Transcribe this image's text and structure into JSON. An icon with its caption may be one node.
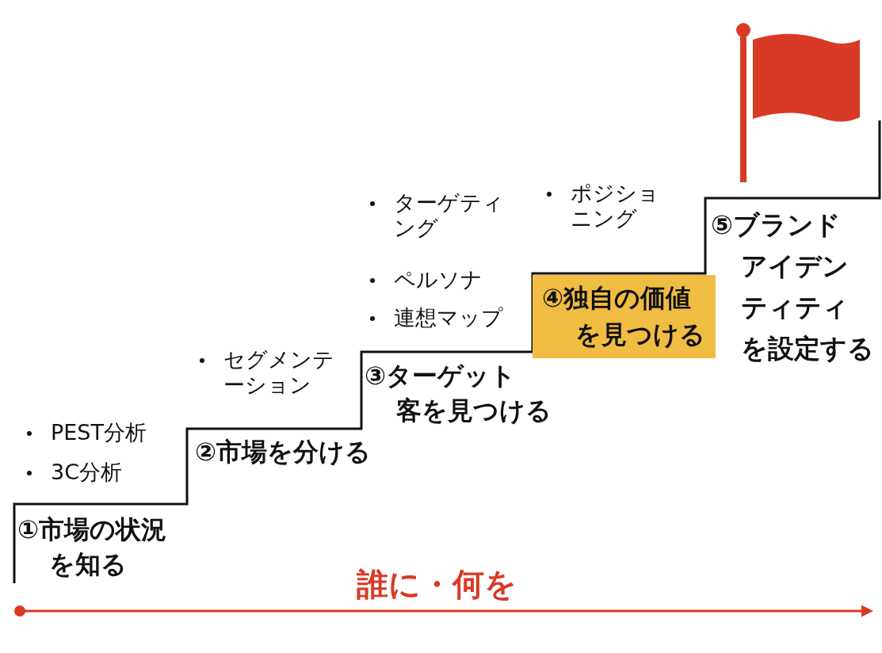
{
  "diagram": {
    "nodes": [
      {
        "text": [
          "④独自の価値を見つける"
        ]
      }
    ],
    "labels": [
      "PEST分析",
      "3C分析",
      "①市場の状況を知る",
      "セグメンテーション",
      "②市場を分ける",
      "ターゲティング",
      "ペルソナ",
      "連想マップ",
      "③ターゲット客を見つける",
      "ポジショニング",
      "⑤ブランドアイデンティティを設定する",
      "誰に・何を"
    ]
  }
}
